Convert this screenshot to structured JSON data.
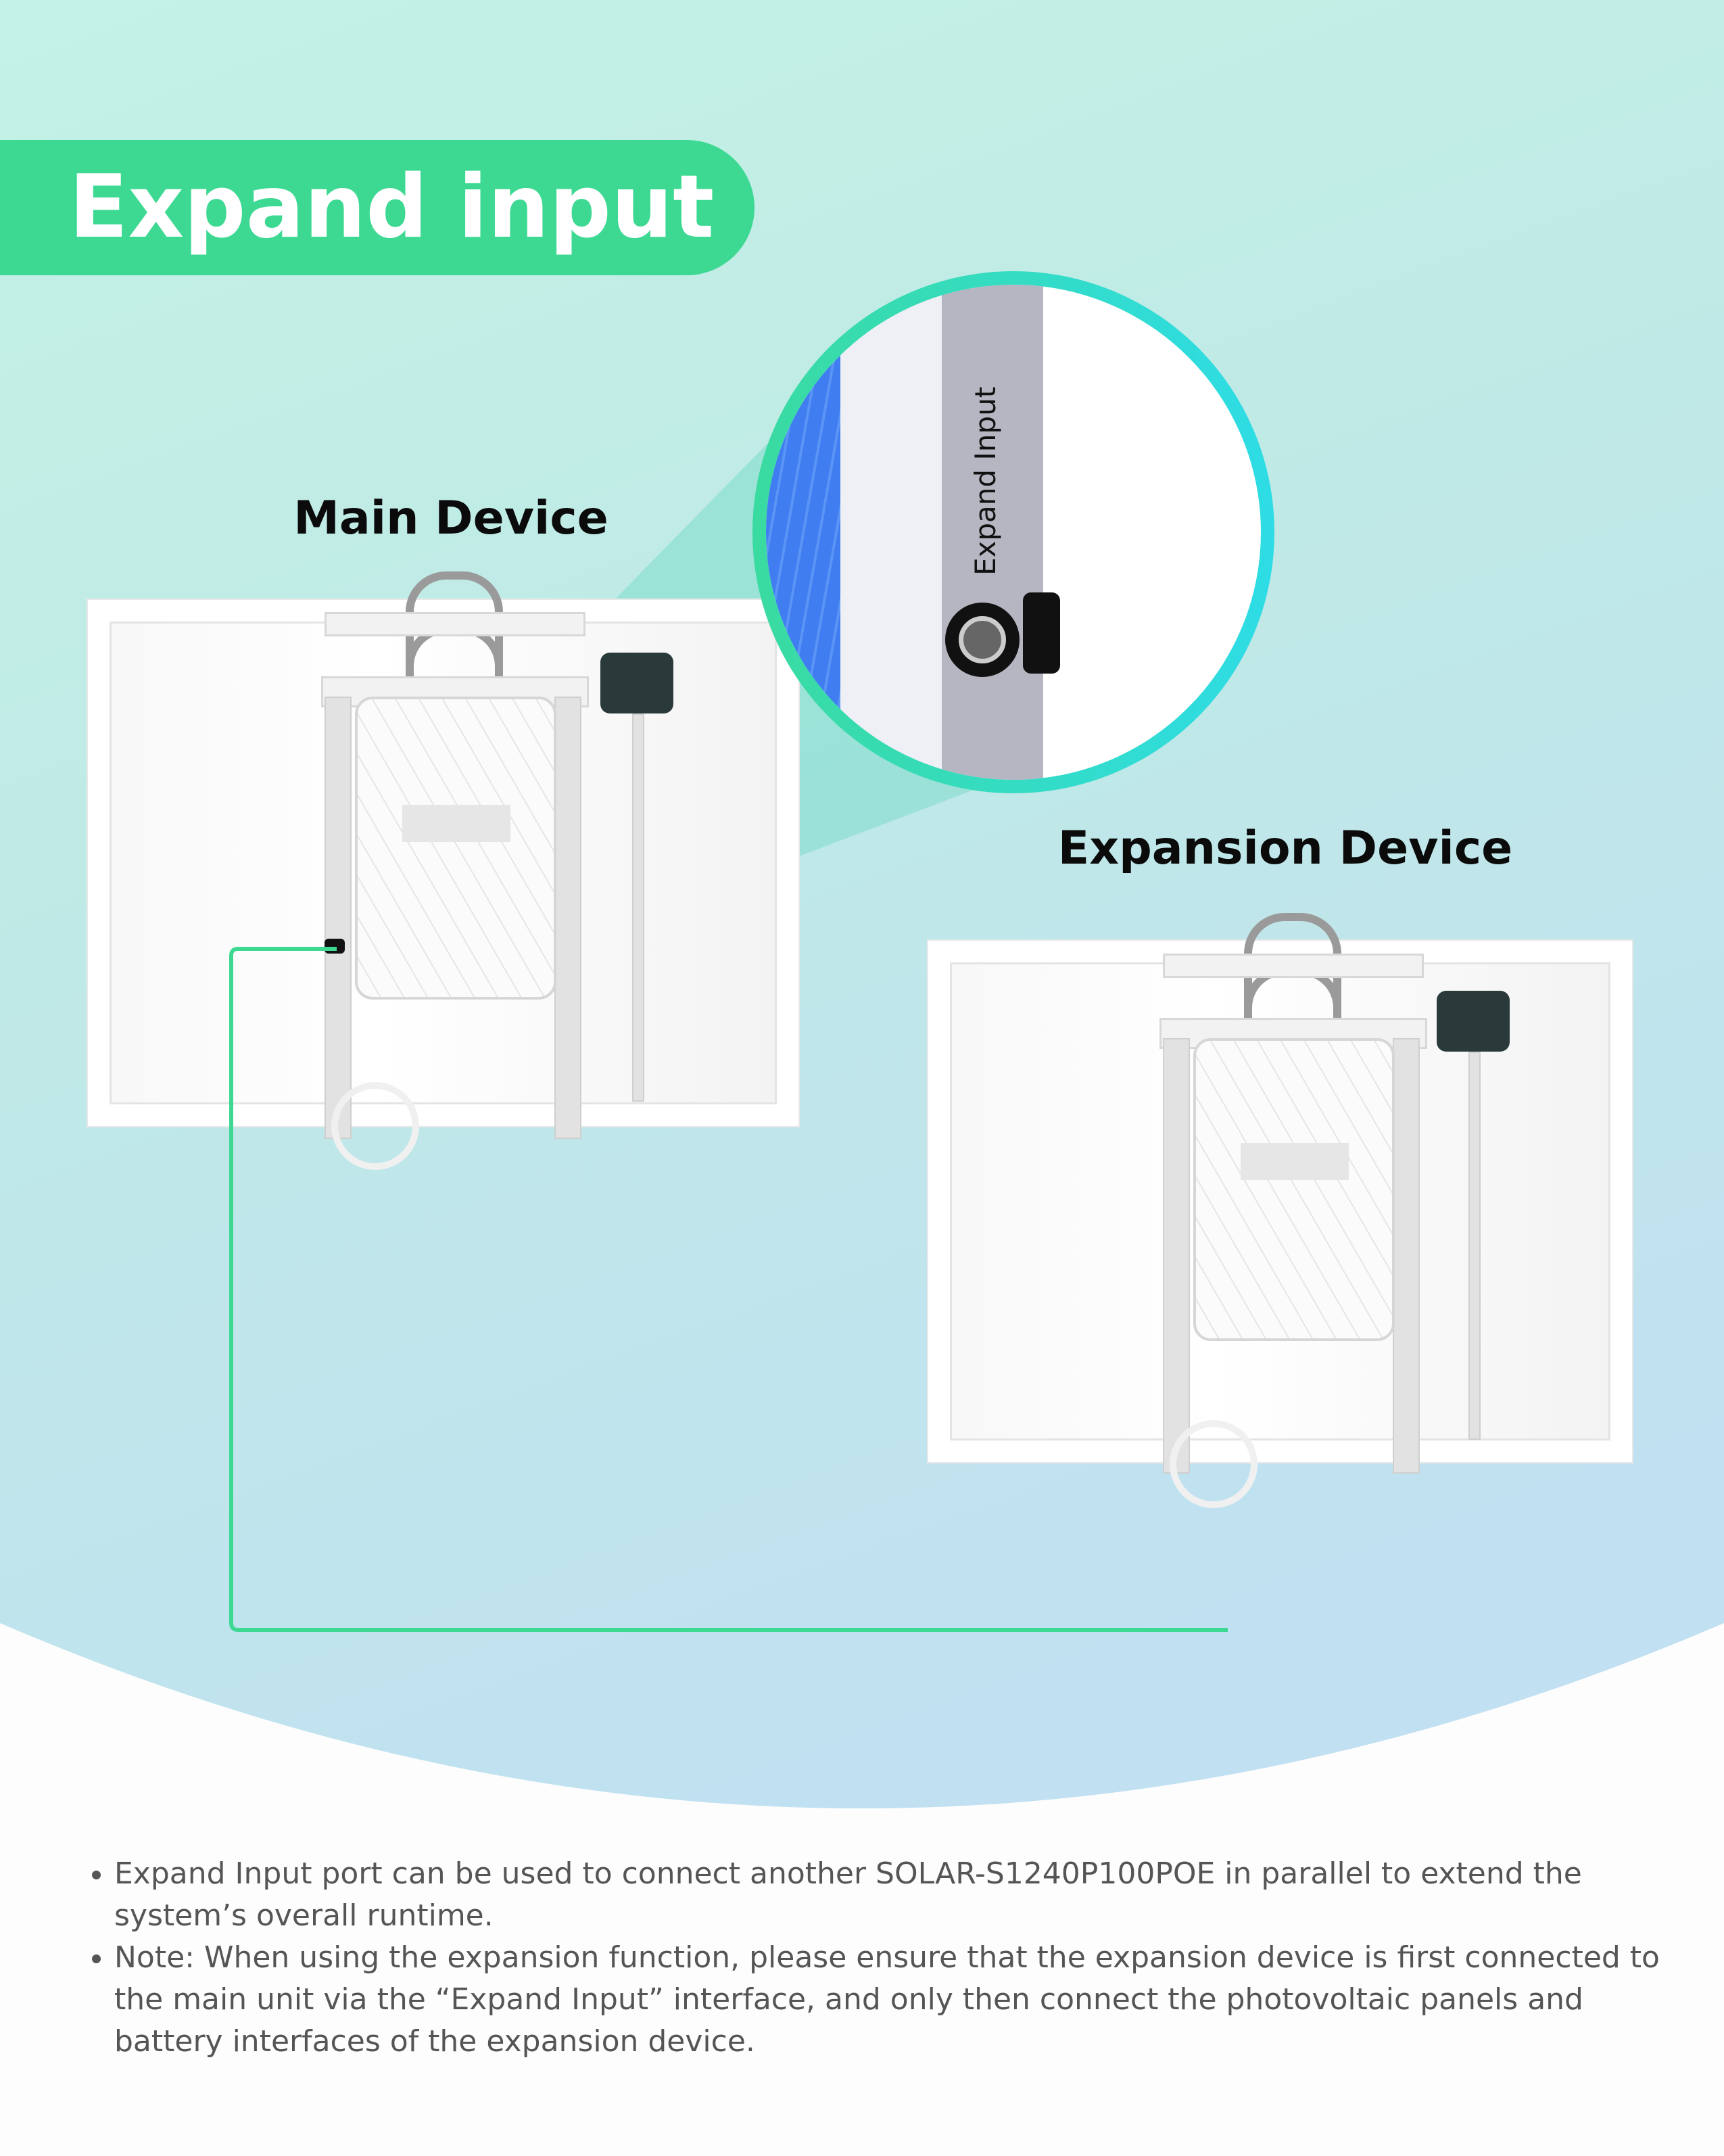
{
  "title": "Expand input",
  "main_device_label": "Main Device",
  "expansion_device_label": "Expansion Device",
  "zoom_callout": {
    "port_label": "Expand Input"
  },
  "notes": [
    "Expand Input port can be used to connect another SOLAR-S1240P100POE in parallel to extend the system’s overall runtime.",
    "Note: When using the expansion function, please ensure that the expansion device is first connected to the main unit via the “Expand Input” interface, and only then connect the photovoltaic panels and battery interfaces of the expansion device."
  ],
  "colors": {
    "accent": "#3dd993",
    "connection_line": "#3dd993",
    "ring": "#2edce6"
  }
}
